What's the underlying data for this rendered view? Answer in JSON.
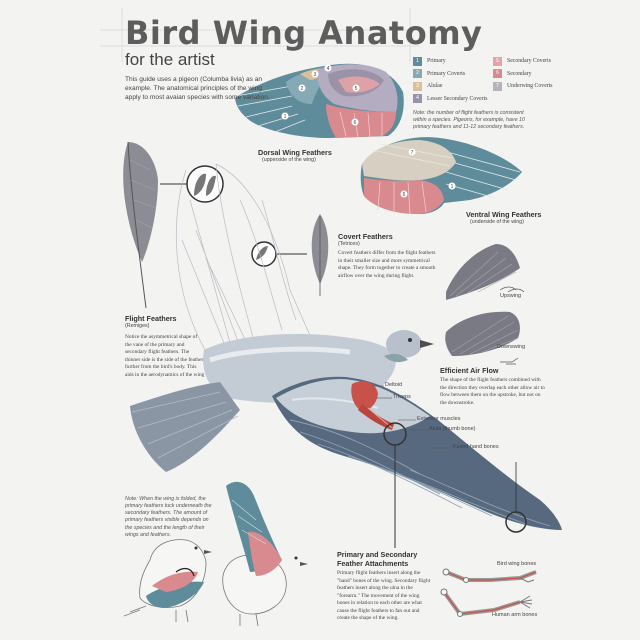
{
  "header": {
    "title": "Bird Wing Anatomy",
    "subtitle": "for the artist",
    "intro": "This guide uses a pigeon (Columba livia) as an example. The anatomical principles of the wing apply to most avaian species with some variation."
  },
  "legend": {
    "items": [
      {
        "num": "1",
        "label": "Primary",
        "color": "#5f8c9b"
      },
      {
        "num": "5",
        "label": "Secondary Coverts",
        "color": "#e5a3a7"
      },
      {
        "num": "2",
        "label": "Primary Coverts",
        "color": "#86aab5"
      },
      {
        "num": "6",
        "label": "Secondary",
        "color": "#d98a8e"
      },
      {
        "num": "3",
        "label": "Alulae",
        "color": "#d9bf9a"
      },
      {
        "num": "7",
        "label": "Underwing Coverts",
        "color": "#b8b2bd"
      },
      {
        "num": "4",
        "label": "Lesser Secondary Coverts",
        "color": "#9a93a7"
      }
    ],
    "note": "Note: the number of flight feathers is consistent within a species. Pigeons, for example, have 10 primary feathers and 11-12 secondary feathers."
  },
  "dorsal": {
    "title": "Dorsal Wing Feathers",
    "subtitle": "(upperside of the wing)",
    "markers": [
      "1",
      "2",
      "3",
      "4",
      "5",
      "6"
    ]
  },
  "ventral": {
    "title": "Ventral Wing Feathers",
    "subtitle": "(underside of the wing)",
    "markers": [
      "7",
      "6",
      "1"
    ]
  },
  "covert": {
    "title": "Covert Feathers",
    "subtitle": "(Tetrices)",
    "body": "Covert feathers differ from the flight feathers in their smaller size and more symmetrical shape. They form together to create a smooth airflow over the wing during flight."
  },
  "flight": {
    "title": "Flight Feathers",
    "subtitle": "(Remiges)",
    "body": "Notice the asymmetrical shape of the vane of the primary and secondary flight feathers. The thinner side is the side of the feather further from the bird's body. This aids in the aerodynamics of the wing"
  },
  "airflow": {
    "upstroke": "Upswing",
    "downstroke": "Downswing",
    "title": "Efficient Air Flow",
    "body": "The shape of the flight feathers combined with the direction they overlap each other allow air to flow between them on the upstroke, but not on the downstroke."
  },
  "anatomy": {
    "deltoid": "Deltoid",
    "triceps": "Triceps",
    "extensor": "Extensor muscles",
    "alula": "Alula (thumb bone)",
    "fused": "Fused hand bones"
  },
  "folded_note": "Note: When the wing is folded, the primary feathers tuck underneath the secondary feathers. The amount of primary feathers visible depends on the species and the length of their wings and feathers.",
  "attachments": {
    "title": "Primary and Secondary",
    "title2": "Feather Attachments",
    "body": "Primary flight feathers insert along the \"hand\" bones of the wing. Secondary flight feathers insert along the ulna in the \"forearm.\" The movement of the wing bones in relation to each other are what cause the flight feathers to fan out and create the shape of the wing."
  },
  "bones": {
    "bird": "Bird wing bones",
    "human": "Human arm bones"
  },
  "colors": {
    "teal": "#5f8c9b",
    "light_teal": "#86aab5",
    "pink": "#e5a3a7",
    "rose": "#d98a8e",
    "tan": "#d9bf9a",
    "lavender": "#b8b2bd",
    "purple": "#9a93a7",
    "muscle": "#c8524a",
    "ink": "#333333"
  }
}
